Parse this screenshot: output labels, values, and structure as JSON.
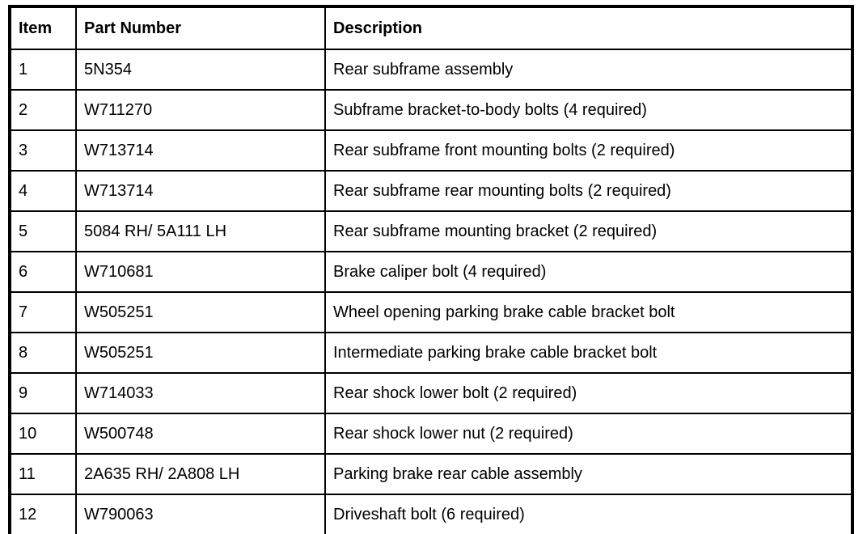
{
  "table": {
    "columns": [
      {
        "key": "item",
        "label": "Item"
      },
      {
        "key": "part_number",
        "label": "Part Number"
      },
      {
        "key": "description",
        "label": "Description"
      }
    ],
    "rows": [
      {
        "item": "1",
        "part_number": "5N354",
        "description": "Rear subframe assembly"
      },
      {
        "item": "2",
        "part_number": "W711270",
        "description": "Subframe bracket-to-body bolts (4 required)"
      },
      {
        "item": "3",
        "part_number": "W713714",
        "description": "Rear subframe front mounting bolts (2 required)"
      },
      {
        "item": "4",
        "part_number": "W713714",
        "description": "Rear subframe rear mounting bolts (2 required)"
      },
      {
        "item": "5",
        "part_number": "5084 RH/ 5A111 LH",
        "description": "Rear subframe mounting bracket (2 required)"
      },
      {
        "item": "6",
        "part_number": "W710681",
        "description": "Brake caliper bolt (4 required)"
      },
      {
        "item": "7",
        "part_number": "W505251",
        "description": "Wheel opening parking brake cable bracket bolt"
      },
      {
        "item": "8",
        "part_number": "W505251",
        "description": "Intermediate parking brake cable bracket bolt"
      },
      {
        "item": "9",
        "part_number": "W714033",
        "description": "Rear shock lower bolt (2 required)"
      },
      {
        "item": "10",
        "part_number": "W500748",
        "description": "Rear shock lower nut (2 required)"
      },
      {
        "item": "11",
        "part_number": "2A635 RH/ 2A808 LH",
        "description": "Parking brake rear cable assembly"
      },
      {
        "item": "12",
        "part_number": "W790063",
        "description": "Driveshaft bolt (6 required)"
      }
    ]
  },
  "colors": {
    "border": "#000000",
    "background": "#ffffff",
    "text": "#000000"
  }
}
